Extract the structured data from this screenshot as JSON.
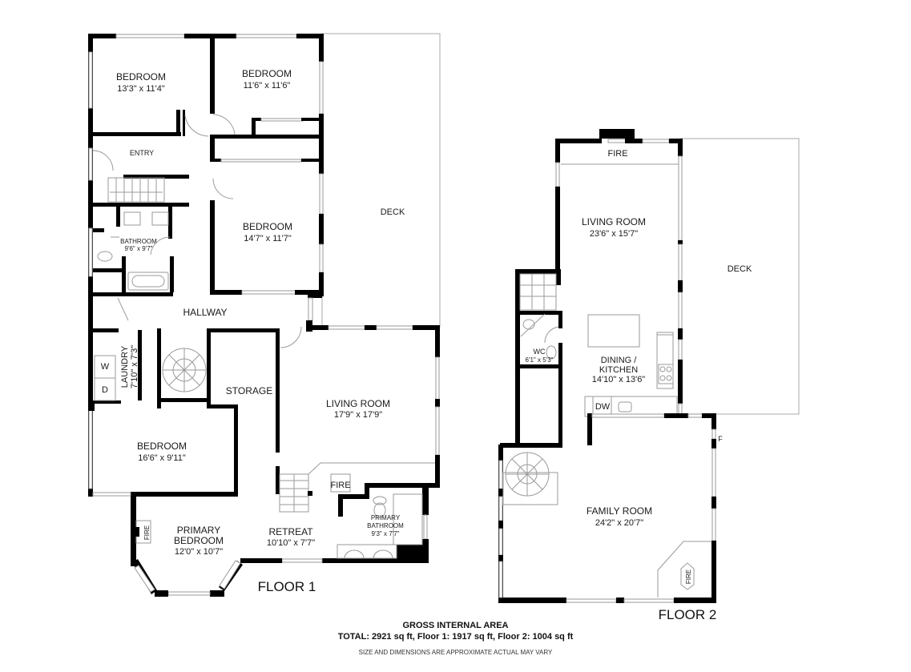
{
  "floor_1": {
    "label": "FLOOR 1",
    "rooms": [
      {
        "id": "bedroom-1",
        "name": "BEDROOM",
        "dims": "13'3\" x 11'4\""
      },
      {
        "id": "bedroom-2",
        "name": "BEDROOM",
        "dims": "11'6\" x 11'6\""
      },
      {
        "id": "entry",
        "name": "ENTRY",
        "dims": ""
      },
      {
        "id": "bedroom-3",
        "name": "BEDROOM",
        "dims": "14'7\" x 11'7\""
      },
      {
        "id": "bathroom",
        "name": "BATHROOM",
        "dims": "9'6\" x 9'7\""
      },
      {
        "id": "hallway",
        "name": "HALLWAY",
        "dims": ""
      },
      {
        "id": "laundry",
        "name": "LAUNDRY",
        "dims": "7'10\" x 7'3\""
      },
      {
        "id": "storage",
        "name": "STORAGE",
        "dims": ""
      },
      {
        "id": "living-room",
        "name": "LIVING ROOM",
        "dims": "17'9\" x 17'9\""
      },
      {
        "id": "bedroom-4",
        "name": "BEDROOM",
        "dims": "16'6\" x 9'11\""
      },
      {
        "id": "primary-bedroom",
        "name": "PRIMARY BEDROOM",
        "name_line1": "PRIMARY",
        "name_line2": "BEDROOM",
        "dims": "12'0\" x 10'7\""
      },
      {
        "id": "retreat",
        "name": "RETREAT",
        "dims": "10'10\" x 7'7\""
      },
      {
        "id": "primary-bathroom",
        "name": "PRIMARY BATHROOM",
        "name_line1": "PRIMARY",
        "name_line2": "BATHROOM",
        "dims": "9'3\" x 7'7\""
      },
      {
        "id": "deck",
        "name": "DECK",
        "dims": ""
      }
    ],
    "fixtures": {
      "washer": "W",
      "dryer": "D",
      "fire_living": "FIRE",
      "fire_primary": "FIRE"
    }
  },
  "floor_2": {
    "label": "FLOOR 2",
    "rooms": [
      {
        "id": "living-room",
        "name": "LIVING ROOM",
        "dims": "23'6\" x 15'7\""
      },
      {
        "id": "deck",
        "name": "DECK",
        "dims": ""
      },
      {
        "id": "wc",
        "name": "WC",
        "dims": "6'1\" x 5'3\""
      },
      {
        "id": "dining-kitchen",
        "name": "DINING / KITCHEN",
        "name_line1": "DINING /",
        "name_line2": "KITCHEN",
        "dims": "14'10\" x 13'6\""
      },
      {
        "id": "family-room",
        "name": "FAMILY ROOM",
        "dims": "24'2\" x 20'7\""
      }
    ],
    "fixtures": {
      "fire_living": "FIRE",
      "dishwasher": "DW",
      "fridge": "F",
      "fire_family": "FIRE"
    }
  },
  "footer": {
    "title": "GROSS INTERNAL AREA",
    "total": "TOTAL: 2921 sq ft, Floor 1: 1917 sq ft, Floor 2: 1004 sq ft",
    "disclaimer": "SIZE AND DIMENSIONS ARE APPROXIMATE ACTUAL MAY VARY"
  },
  "colors": {
    "wall": "#000000",
    "background": "#ffffff",
    "outline": "#a8a8a8"
  }
}
